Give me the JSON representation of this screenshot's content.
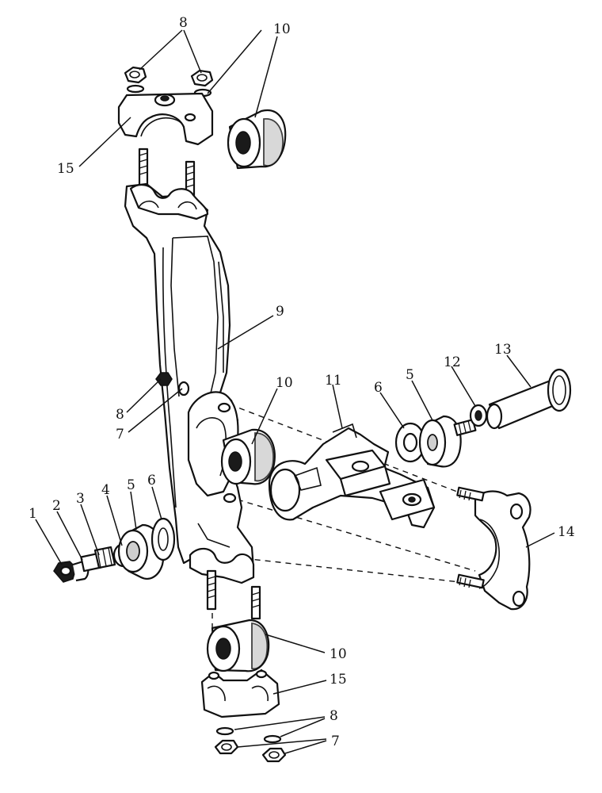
{
  "figure": {
    "callouts": {
      "c1": "1",
      "c2": "2",
      "c3": "3",
      "c4": "4",
      "c5_left": "5",
      "c6_left": "6",
      "c7_bottom": "7",
      "c7_mid": "7",
      "c8_top": "8",
      "c8_mid": "8",
      "c8_bottom": "8",
      "c9": "9",
      "c10_mid": "10",
      "c10_top": "10",
      "c10_bottom": "10",
      "c11": "11",
      "c12": "12",
      "c13": "13",
      "c14": "14",
      "c15_top": "15",
      "c15_bottom": "15",
      "c5_right": "5",
      "c6_right": "6"
    }
  }
}
